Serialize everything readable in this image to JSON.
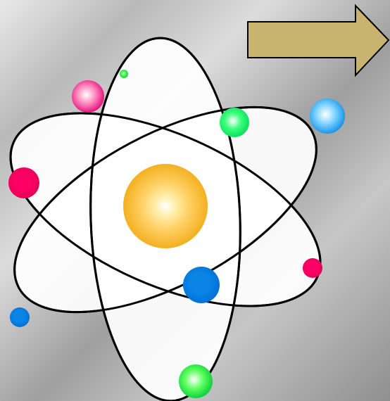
{
  "scene": {
    "background": [
      "#e9e9e9",
      "#b9b9b9",
      "#dcdcdc",
      "#9f9f9f",
      "#c7c7c7",
      "#8f8f8f"
    ],
    "atom": {
      "name": "atom-diagram",
      "nucleus_colors": [
        "#ffffff",
        "#fff0b0",
        "#ffd166",
        "#f3b020"
      ],
      "orbit_stroke": "#000000",
      "orbit_fill": "#ffffff"
    },
    "arrow": {
      "name": "right-arrow-icon",
      "fill": "#c8b46f",
      "stroke": "#000000"
    },
    "electrons": [
      {
        "name": "electron-pink-top-left",
        "colors": [
          "#ffffff",
          "#ff8fbf",
          "#e00073"
        ]
      },
      {
        "name": "electron-green-small",
        "colors": [
          "#ffffff",
          "#40ff40",
          "#00cc44"
        ]
      },
      {
        "name": "electron-green-upper-right",
        "colors": [
          "#ffffff",
          "#3dff7d",
          "#00dd55"
        ]
      },
      {
        "name": "electron-blue-upper-right",
        "colors": [
          "#ffffff",
          "#82d5ff",
          "#0a8be6"
        ]
      },
      {
        "name": "electron-pink-left",
        "colors": [
          "#ff0066",
          "#ff0066",
          "#e00055"
        ]
      },
      {
        "name": "electron-pink-right",
        "colors": [
          "#ff0066",
          "#ff0066",
          "#e00055"
        ]
      },
      {
        "name": "electron-blue-lower-middle",
        "colors": [
          "#0a85e6",
          "#0a85e6",
          "#006dd6"
        ]
      },
      {
        "name": "electron-blue-lower-left",
        "colors": [
          "#0a85e6",
          "#0a85e6",
          "#006dd6"
        ]
      },
      {
        "name": "electron-green-bottom",
        "colors": [
          "#ffffff",
          "#62ff62",
          "#00cc33"
        ]
      }
    ]
  }
}
